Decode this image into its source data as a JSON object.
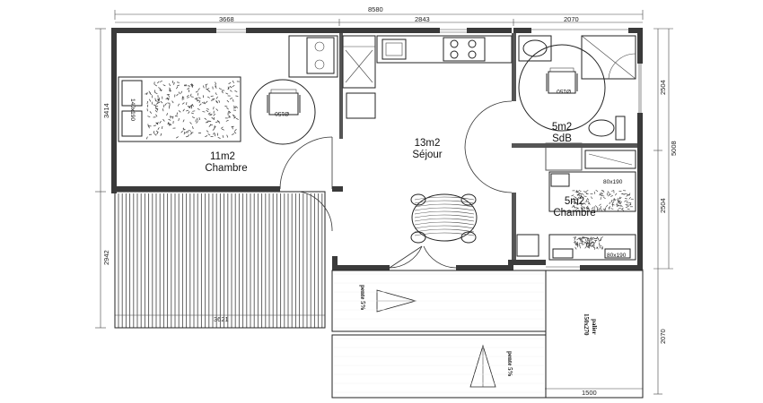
{
  "plan": {
    "dimensions": {
      "total_width": "8580",
      "width_left": "3668",
      "width_middle": "2843",
      "width_right": "2070",
      "height_bedroom": "3414",
      "height_bathroom": "2504",
      "height_total": "5008",
      "height_small_bedroom": "2504",
      "height_terrace": "2942",
      "width_terrace": "3621",
      "height_landing": "2070",
      "width_landing": "1500"
    },
    "rooms": {
      "bedroom_main": {
        "area": "11m2",
        "name": "Chambre"
      },
      "living": {
        "area": "13m2",
        "name": "Séjour"
      },
      "bathroom": {
        "area": "5m2",
        "name": "SdB"
      },
      "bedroom_small": {
        "area": "5m2",
        "name": "Chambre"
      }
    },
    "turning_circle_label": "Ø150",
    "bed_labels": {
      "main": "140x190",
      "small_top": "80x190",
      "small_bottom": "80x190"
    },
    "ramps": {
      "upper": "pente 5%",
      "lower": "pente 5%"
    },
    "landing": {
      "label1": "palier",
      "label2": "150x270"
    }
  }
}
